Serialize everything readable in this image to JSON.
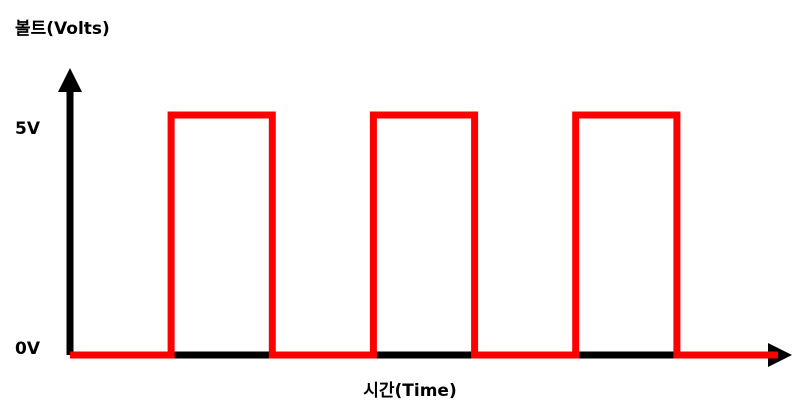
{
  "chart_data": {
    "type": "line",
    "ylabel": "볼트(Volts)",
    "xlabel": "시간(Time)",
    "y_ticks": [
      {
        "value": 5,
        "label": "5V"
      },
      {
        "value": 0,
        "label": "0V"
      }
    ],
    "ylim": [
      0,
      5
    ],
    "xlim": [
      0,
      7
    ],
    "grid": false,
    "colors": {
      "signal": "#ff0000",
      "axis": "#000000"
    },
    "series": [
      {
        "x": [
          0,
          1,
          1,
          2,
          2,
          3,
          3,
          4,
          4,
          5,
          5,
          6,
          6,
          7
        ],
        "y": [
          0,
          0,
          5,
          5,
          0,
          0,
          5,
          5,
          0,
          0,
          5,
          5,
          0,
          0
        ]
      }
    ]
  }
}
